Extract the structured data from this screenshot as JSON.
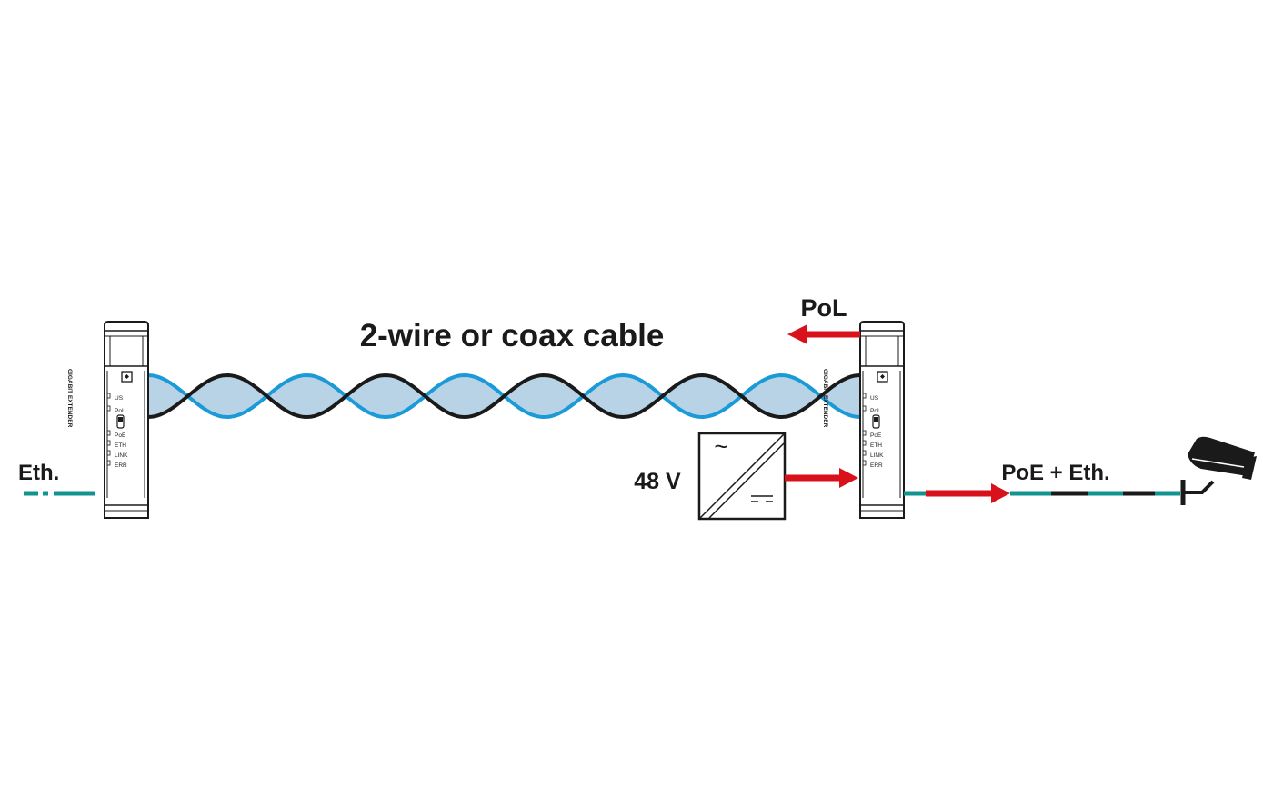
{
  "labels": {
    "cable": "2-wire or coax cable",
    "pol": "PoL",
    "eth": "Eth.",
    "voltage": "48 V",
    "poe_eth": "PoE + Eth."
  },
  "device": {
    "model": "GIGABIT EXTENDER",
    "leds": [
      "US",
      "PoL",
      "PoE",
      "ETH",
      "LINK",
      "ERR"
    ]
  },
  "power_supply": {
    "ac_symbol": "~"
  },
  "colors": {
    "wire_blue": "#1a9ad6",
    "wire_black": "#1a1a1a",
    "cable_fill": "#b9d3e6",
    "arrow_red": "#d9111b",
    "ethernet_teal": "#11948f"
  }
}
